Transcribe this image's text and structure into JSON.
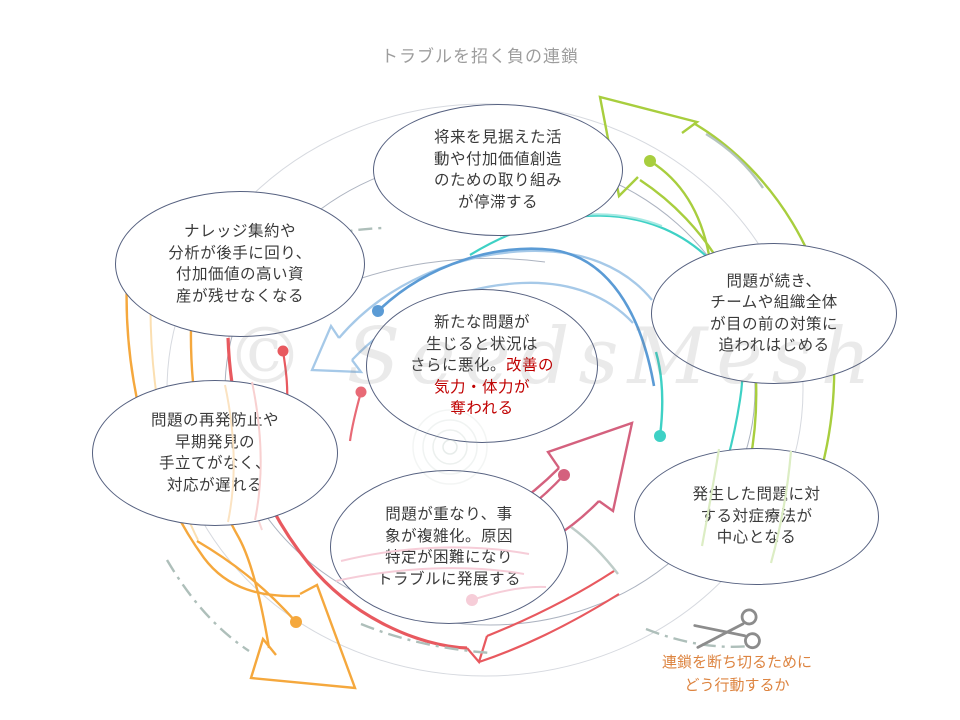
{
  "title": "トラブルを招く負の連鎖",
  "watermark": "© SeedsMesh",
  "bubbles": {
    "stagnation": {
      "text": "将来を見据えた活\n動や付加価値創造\nのための取り組み\nが停滞する"
    },
    "knowledge": {
      "text": "ナレッジ集約や\n分析が後手に回り、\n付加価値の高い資\n産が残せなくなる"
    },
    "team": {
      "text": "問題が続き、\nチームや組織全体\nが目の前の対策に\n追われはじめる"
    },
    "center": {
      "black": "新たな問題が\n生じると状況は\nさらに悪化。",
      "red": "改善の\n気力・体力が\n奪われる"
    },
    "prevention": {
      "text": "問題の再発防止や\n早期発見の\n手立てがなく、\n対応が遅れる"
    },
    "pileup": {
      "text": "問題が重なり、事\n象が複雑化。原因\n特定が困難になり\nトラブルに発展する"
    },
    "symptomatic": {
      "text": "発生した問題に対\nする対症療法が\n中心となる"
    }
  },
  "action_note": {
    "text": "連鎖を断ち切るために\nどう行動するか"
  },
  "colors": {
    "blue": "#5B9BD5",
    "light_blue": "#A6C9E8",
    "green": "#A8CE3E",
    "orange": "#F5A83D",
    "red": "#E8595F",
    "pink": "#D4617E",
    "teal": "#3ED1C5",
    "gray_dash": "#AEBFBA",
    "slate_ring": "#5A6781",
    "red_text": "#C00000",
    "note_orange": "#DD8440",
    "title_gray": "#9D9D9D"
  }
}
